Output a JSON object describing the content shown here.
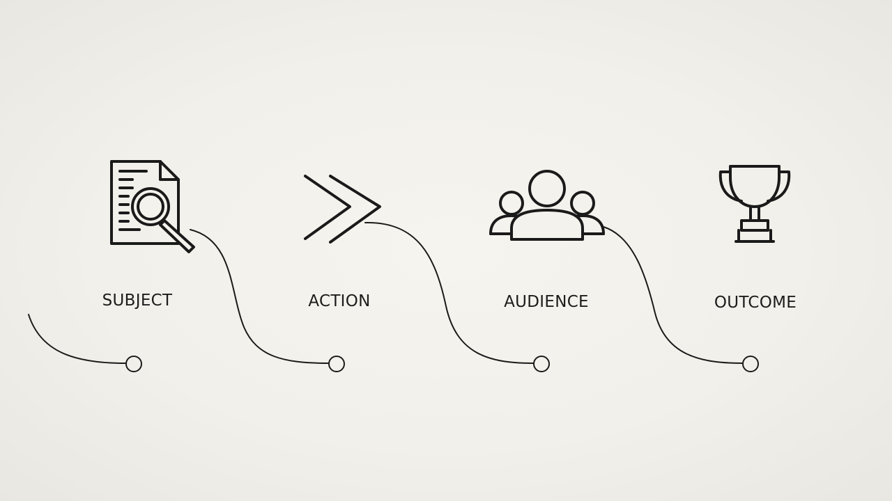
{
  "diagram": {
    "stroke_color": "#1a1a1a",
    "background_color": "#f3f1eb",
    "steps": [
      {
        "label": "SUBJECT",
        "icon": "document-search-icon"
      },
      {
        "label": "ACTION",
        "icon": "double-chevron-right-icon"
      },
      {
        "label": "AUDIENCE",
        "icon": "group-people-icon"
      },
      {
        "label": "OUTCOME",
        "icon": "trophy-icon"
      }
    ]
  }
}
